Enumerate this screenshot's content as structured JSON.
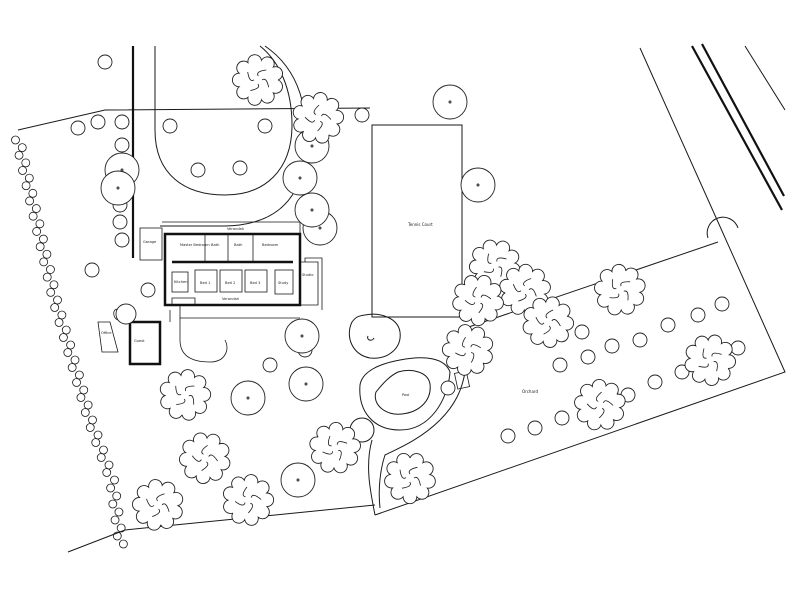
{
  "plan": {
    "garage_label": "Garage",
    "master_bedroom_label": "Master Bedroom",
    "bath_label": "Bath",
    "bedroom_label": "Bedroom",
    "bed1_label": "Bed 1",
    "bed2_label": "Bed 2",
    "bed3_label": "Bed 3",
    "veranda_top_label": "Verandah",
    "veranda_bottom_label": "Verandah",
    "study_label": "Study",
    "kitchen_label": "Kitchen",
    "studio_label": "Studio",
    "tennis_court_label": "Tennis Court",
    "pool_label": "Pool",
    "orchard_label": "Orchard",
    "office_label": "Office",
    "annex_label": "Guest"
  }
}
